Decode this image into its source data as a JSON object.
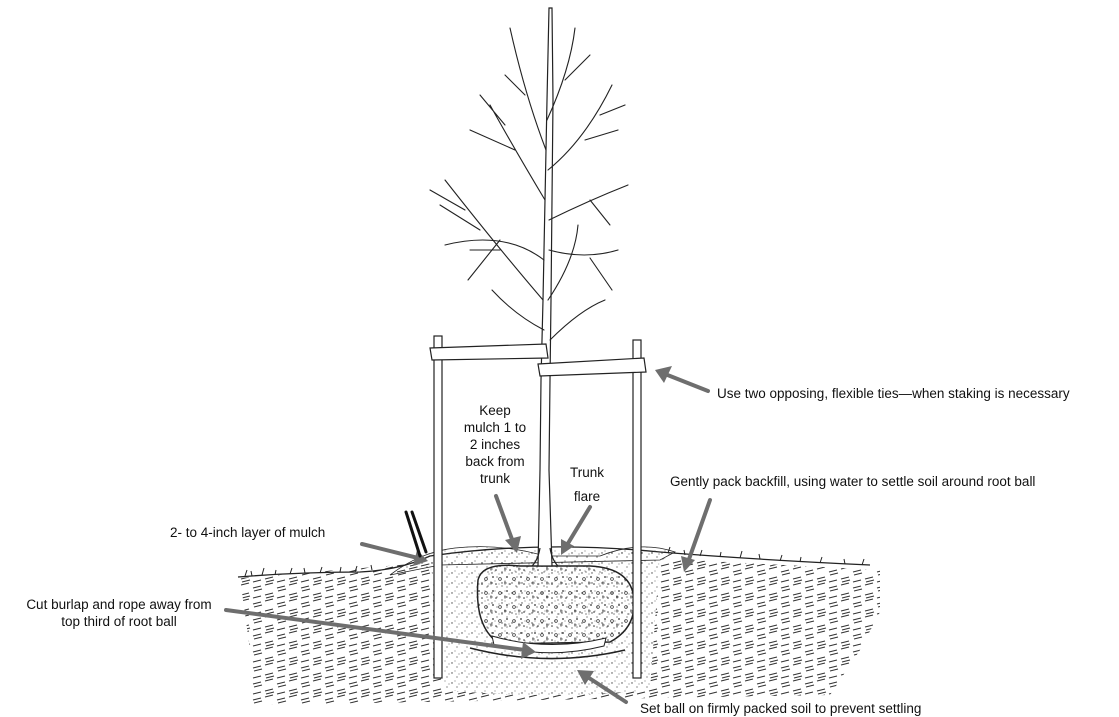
{
  "labels": {
    "ties": "Use two opposing, flexible ties—when staking is necessary",
    "keep_mulch": "Keep\nmulch 1 to\n2 inches\nback from\ntrunk",
    "trunk_flare": "Trunk\nflare",
    "backfill": "Gently pack backfill, using water to settle soil around root ball",
    "mulch_layer": "2- to 4-inch layer of mulch",
    "burlap": "Cut burlap and rope away from\ntop third of root ball",
    "set_ball": "Set ball on firmly packed soil to prevent settling"
  },
  "colors": {
    "ink": "#222222",
    "arrow": "#6e6e6e",
    "background": "#ffffff"
  }
}
